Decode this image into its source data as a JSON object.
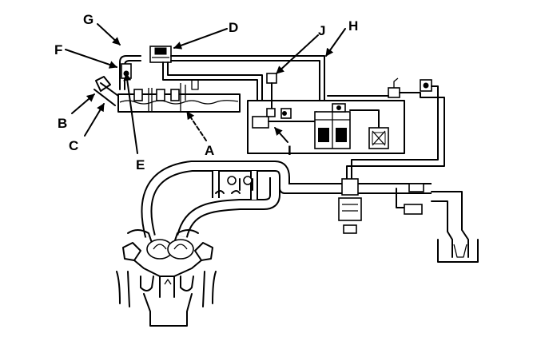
{
  "diagram": {
    "callouts": [
      {
        "id": "A",
        "label": "A"
      },
      {
        "id": "B",
        "label": "B"
      },
      {
        "id": "C",
        "label": "C"
      },
      {
        "id": "D",
        "label": "D"
      },
      {
        "id": "E",
        "label": "E"
      },
      {
        "id": "F",
        "label": "F"
      },
      {
        "id": "G",
        "label": "G"
      },
      {
        "id": "H",
        "label": "H"
      },
      {
        "id": "I",
        "label": "I"
      },
      {
        "id": "J",
        "label": "J"
      }
    ],
    "colors": {
      "ink": "#000000",
      "paper": "#ffffff"
    }
  }
}
